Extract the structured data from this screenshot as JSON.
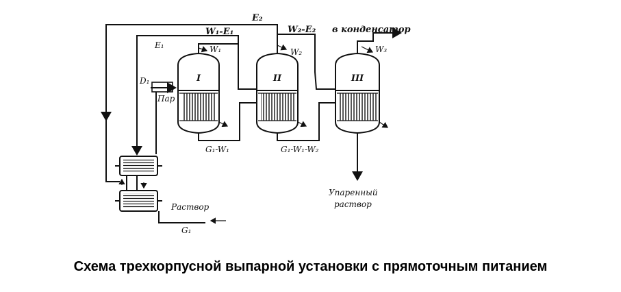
{
  "caption": "Схема трехкорпусной выпарной установки с прямоточным питанием",
  "vessels": [
    {
      "label": "I"
    },
    {
      "label": "II"
    },
    {
      "label": "III"
    }
  ],
  "labels": {
    "e2": "E₂",
    "w1_e1": "W₁-E₁",
    "w2_e2": "W₂-E₂",
    "to_condenser": "в конденсатор",
    "e1": "E₁",
    "w1": "W₁",
    "w2": "W₂",
    "w3": "W₃",
    "d1": "D₁",
    "steam": "Пар",
    "g1_w1": "G₁-W₁",
    "g1_w1_w2": "G₁-W₁-W₂",
    "evaporated_1": "Упаренный",
    "evaporated_2": "раствор",
    "solution": "Раствор",
    "g1": "G₁"
  },
  "colors": {
    "ink": "#111111",
    "background": "#ffffff"
  }
}
